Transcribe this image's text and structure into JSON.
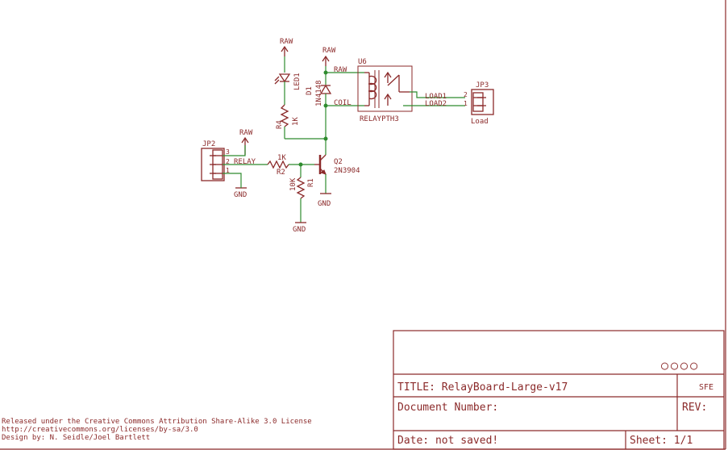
{
  "components": {
    "jp2": {
      "ref": "JP2",
      "pin3": "3",
      "pin2": "2",
      "pin1": "1",
      "net": "RELAY",
      "power": "RAW",
      "gnd": "GND"
    },
    "led1": {
      "ref": "LED1",
      "power": "RAW"
    },
    "r4": {
      "ref": "R4",
      "value": "1K"
    },
    "d1": {
      "ref": "D1",
      "value": "1N4148",
      "power": "RAW"
    },
    "r2": {
      "ref": "R2",
      "value": "1K"
    },
    "r1": {
      "ref": "R1",
      "value": "10K",
      "gnd": "GND"
    },
    "q2": {
      "ref": "Q2",
      "value": "2N3904",
      "gnd": "GND"
    },
    "u6": {
      "ref": "U6",
      "value": "RELAYPTH3",
      "pin_raw": "RAW",
      "pin_coil": "COIL"
    },
    "jp3": {
      "ref": "JP3",
      "value": "Load",
      "net1": "LOAD1",
      "net2": "LOAD2",
      "pin2": "2",
      "pin1": "1"
    }
  },
  "titleblock": {
    "circles": "○○○○",
    "title": "TITLE: RelayBoard-Large-v17",
    "sfe": "SFE",
    "doc_number": "Document Number:",
    "rev": "REV:",
    "date": "Date: not saved!",
    "sheet": "Sheet: 1/1"
  },
  "license": {
    "line1": "Released under the Creative Commons Attribution Share-Alike 3.0 License",
    "line2": "http://creativecommons.org/licenses/by-sa/3.0",
    "line3": "Design by: N. Seidle/Joel Bartlett"
  },
  "colors": {
    "symbol": "#8b2a2a",
    "wire": "#2e8b2e",
    "background": "#ffffff"
  }
}
